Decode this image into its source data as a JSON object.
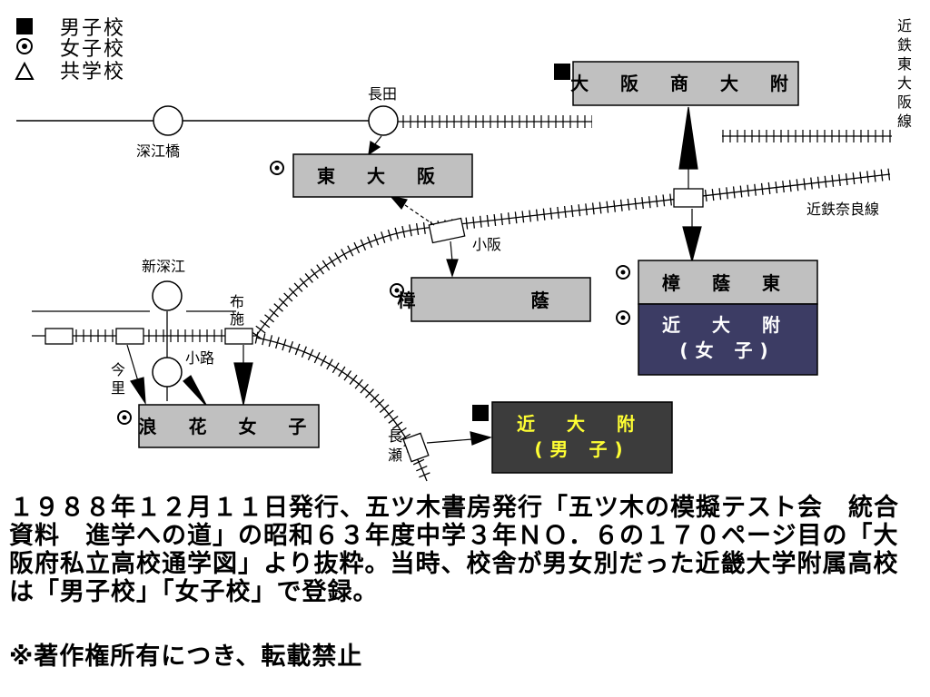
{
  "legend": {
    "boys": {
      "symbol": "■",
      "label": "男子校"
    },
    "girls": {
      "symbol": "⦿",
      "label": "女子校"
    },
    "coed": {
      "symbol": "△",
      "label": "共学校"
    }
  },
  "lines": {
    "kintetsu_higashiosaka_chars": [
      "近",
      "鉄",
      "東",
      "大",
      "阪",
      "線"
    ],
    "kintetsu_nara": "近鉄奈良線"
  },
  "stations": {
    "fukaebashi": "深江橋",
    "nagata": "長田",
    "shinfukae": "新深江",
    "fuse_chars": [
      "布",
      "施"
    ],
    "kosaka": "小阪",
    "komichi": "小路",
    "imazato_chars": [
      "今",
      "里"
    ],
    "nagase_chars": [
      "長",
      "瀬"
    ]
  },
  "schools": {
    "osaka_shodai": {
      "name": "大 阪 商 大 附",
      "symbol": "■"
    },
    "higashi_osaka": {
      "name": "東 大 阪",
      "symbol": "⦿"
    },
    "shoin": {
      "name": "樟  蔭",
      "symbol": "⦿"
    },
    "shoin_higashi": {
      "name": "樟 蔭 東",
      "symbol": "⦿"
    },
    "kindai_girls": {
      "name": "近 大 附",
      "sub": "(女 子)",
      "symbol": "⦿"
    },
    "naniwa_joshi": {
      "name": "浪 花 女 子",
      "symbol": "⦿"
    },
    "kindai_boys": {
      "name": "近 大 附",
      "sub": "(男 子)",
      "symbol": "■"
    }
  },
  "colors": {
    "gray_box": "#c0c0c0",
    "navy_box": "#3c3c64",
    "dark_box": "#3c3c3c",
    "yellow_text": "#ffff33"
  },
  "note": "１９８８年１２月１１日発行、五ツ木書房発行「五ツ木の模擬テスト会　統合資料　進学への道」の昭和６３年度中学３年ＮＯ．６の１７０ページ目の「大阪府私立高校通学図」より抜粋。当時、校舎が男女別だった近畿大学附属高校は「男子校」「女子校」で登録。",
  "copyright": "※著作権所有につき、転載禁止"
}
